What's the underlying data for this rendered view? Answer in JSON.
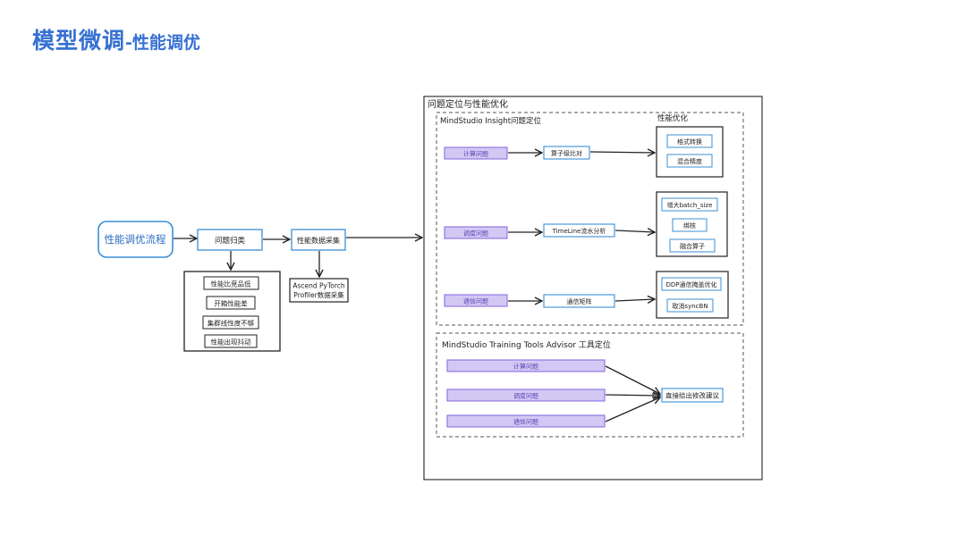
{
  "title": {
    "main": "模型微调",
    "sub": "-性能调优"
  },
  "left_flow": {
    "start": "性能调优流程",
    "classify": "问题归类",
    "symptoms": [
      "性能比竞品低",
      "开箱性能差",
      "集群线性度不够",
      "性能出现抖动"
    ],
    "collect": "性能数据采集",
    "collect_tools": [
      "Ascend PyTorch",
      "Profiler数据采集"
    ]
  },
  "main_panel": {
    "title": "问题定位与性能优化",
    "insight": {
      "title": "MindStudio Insight问题定位",
      "optim_header": "性能优化",
      "rows": [
        {
          "issue": "计算问题",
          "analysis": "算子级比对",
          "optims": [
            "格式转换",
            "混合精度"
          ]
        },
        {
          "issue": "调度问题",
          "analysis": "TimeLine流水分析",
          "optims": [
            "增大batch_size",
            "绑核",
            "融合算子"
          ]
        },
        {
          "issue": "通信问题",
          "analysis": "通信矩阵",
          "optims": [
            "DDP通信掩盖优化",
            "取消syncBN"
          ]
        }
      ]
    },
    "advisor": {
      "title": "MindStudio Training Tools Advisor 工具定位",
      "issues": [
        "计算问题",
        "调度问题",
        "通信问题"
      ],
      "result": "直接给出修改建议"
    }
  },
  "colors": {
    "title": "#3670d2",
    "blue": "#3b8fd6",
    "purple_fill": "#d2c8f4",
    "purple_stroke": "#8b6fe0",
    "dark": "#222222"
  },
  "font_name": "DejaVu Sans"
}
